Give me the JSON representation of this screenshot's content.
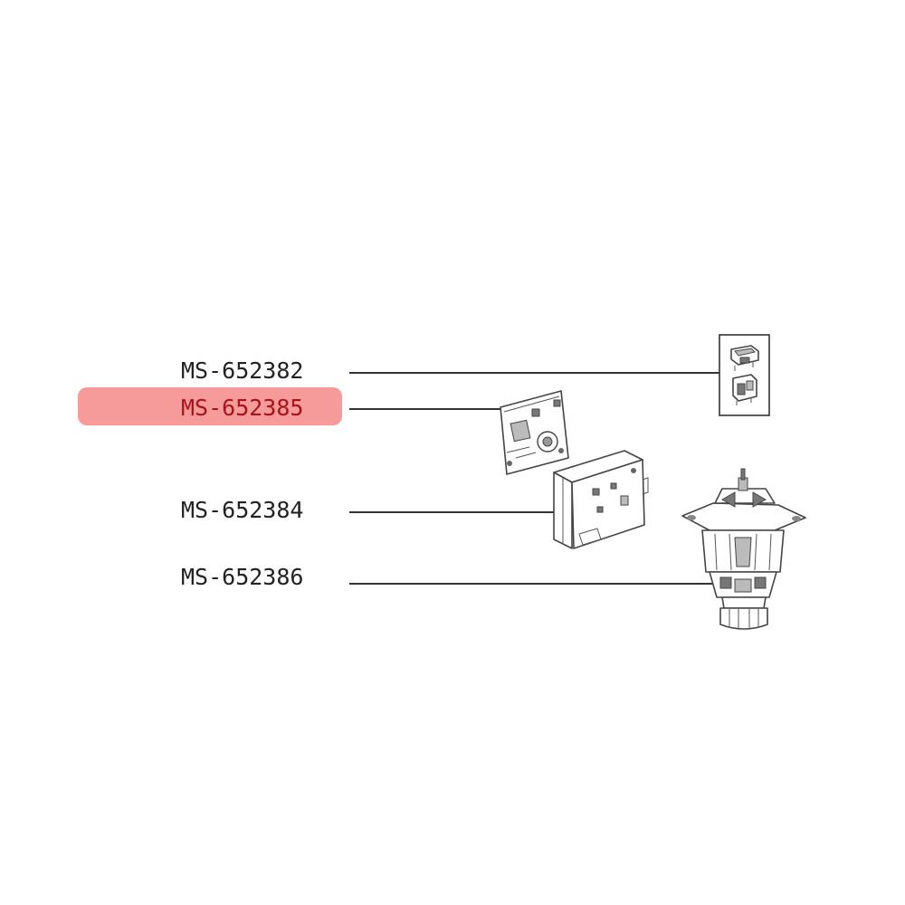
{
  "parts": [
    {
      "id": "switch",
      "label": "MS-652382",
      "selected": false
    },
    {
      "id": "board",
      "label": "MS-652385",
      "selected": true
    },
    {
      "id": "module",
      "label": "MS-652384",
      "selected": false
    },
    {
      "id": "motor",
      "label": "MS-652386",
      "selected": false
    }
  ],
  "colors": {
    "highlight": "#f79595",
    "selected_text": "#a5141c",
    "text": "#222222",
    "line": "#333333"
  }
}
